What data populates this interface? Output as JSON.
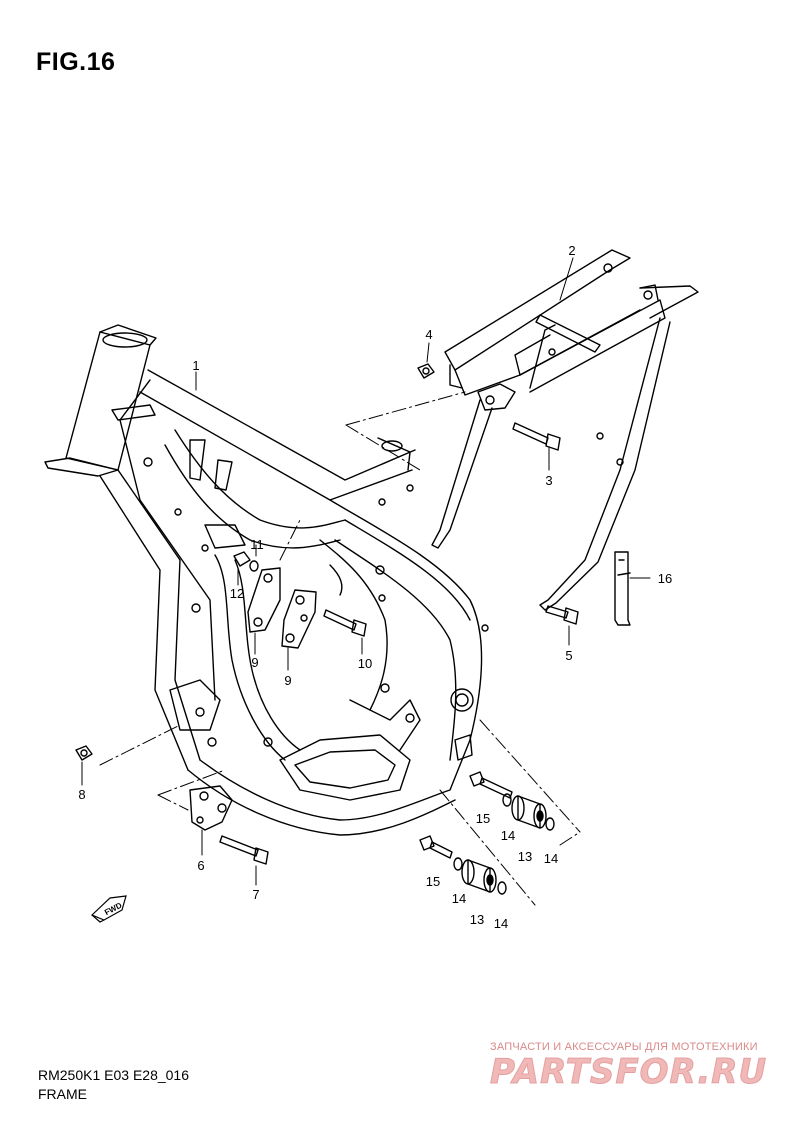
{
  "figure": {
    "title": "FIG.16",
    "model_code": "RM250K1 E03 E28_016",
    "section_name": "FRAME"
  },
  "callouts": [
    {
      "id": "c1",
      "label": "1"
    },
    {
      "id": "c2",
      "label": "2"
    },
    {
      "id": "c3",
      "label": "3"
    },
    {
      "id": "c4",
      "label": "4"
    },
    {
      "id": "c5",
      "label": "5"
    },
    {
      "id": "c6",
      "label": "6"
    },
    {
      "id": "c7",
      "label": "7"
    },
    {
      "id": "c8",
      "label": "8"
    },
    {
      "id": "c9a",
      "label": "9"
    },
    {
      "id": "c9b",
      "label": "9"
    },
    {
      "id": "c10",
      "label": "10"
    },
    {
      "id": "c11",
      "label": "11"
    },
    {
      "id": "c12",
      "label": "12"
    },
    {
      "id": "c13a",
      "label": "13"
    },
    {
      "id": "c13b",
      "label": "13"
    },
    {
      "id": "c14a",
      "label": "14"
    },
    {
      "id": "c14b",
      "label": "14"
    },
    {
      "id": "c14c",
      "label": "14"
    },
    {
      "id": "c14d",
      "label": "14"
    },
    {
      "id": "c15a",
      "label": "15"
    },
    {
      "id": "c15b",
      "label": "15"
    },
    {
      "id": "c16",
      "label": "16"
    }
  ],
  "fwd_marker": {
    "label": "FWD"
  },
  "watermark": {
    "tagline": "ЗАПЧАСТИ И АКСЕССУАРЫ ДЛЯ МОТОТЕХНИКИ",
    "logo": "PARTSFOR.RU"
  }
}
